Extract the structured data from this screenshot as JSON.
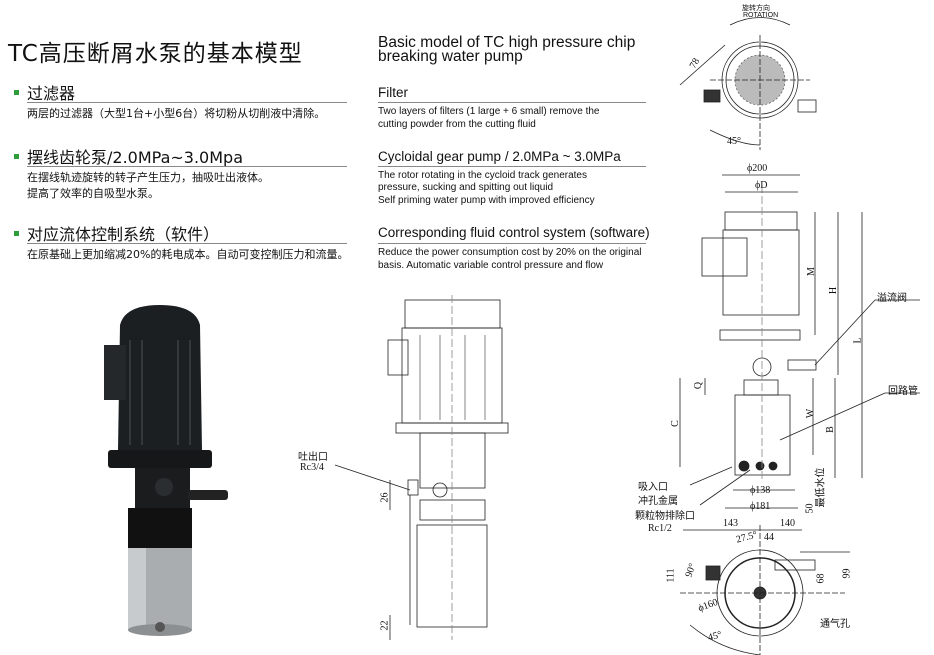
{
  "cn": {
    "title": "TC高压断屑水泵的基本模型",
    "sections": [
      {
        "heading": "过滤器",
        "lines": [
          "两层的过滤器（大型1台+小型6台）将切粉从切削液中清除。"
        ]
      },
      {
        "heading": "摆线齿轮泵/2.0MPa~3.0Mpa",
        "lines": [
          "在摆线轨迹旋转的转子产生压力，抽吸吐出液体。",
          "提高了效率的自吸型水泵。"
        ]
      },
      {
        "heading": "对应流体控制系统（软件）",
        "lines": [
          "在原基础上更加缩减20%的耗电成本。自动可变控制压力和流量。"
        ]
      }
    ]
  },
  "en": {
    "title_line1": "Basic model of TC high pressure chip",
    "title_line2": "breaking water pump",
    "sections": [
      {
        "heading": "Filter",
        "lines": [
          "Two layers of filters (1 large + 6 small) remove the",
          "cutting powder from the cutting fluid"
        ]
      },
      {
        "heading": "Cycloidal gear pump / 2.0MPa ~ 3.0MPa",
        "lines": [
          "The rotor rotating in the cycloid track generates",
          "pressure, sucking and spitting out liquid",
          "Self priming water pump with improved efficiency"
        ]
      },
      {
        "heading": "Corresponding fluid control system (software)",
        "lines": [
          "Reduce the power consumption cost by 20% on the original",
          "basis. Automatic variable control pressure and flow"
        ]
      }
    ]
  },
  "colors": {
    "bullet": "#2e9e3a",
    "motor": "#1c1f22",
    "steel": "#a9adb0"
  },
  "middle_drawing": {
    "outlet_label": "吐出口",
    "outlet_thread": "Rc3/4",
    "dim_26": "26",
    "dim_22": "22"
  },
  "top_view": {
    "rotation_cn": "旋转方向",
    "rotation_en": "ROTATION",
    "dim_78": "78",
    "angle_45": "45°"
  },
  "side_view": {
    "d200": "ϕ200",
    "dD": "ϕD",
    "M": "M",
    "H": "H",
    "L": "L",
    "Q": "Q",
    "C": "C",
    "W": "W",
    "B": "B",
    "relief_valve": "溢流阀",
    "return_pipe": "回路管",
    "suction": "吸入口",
    "punched_metal": "冲孔金属",
    "particle_outlet": "颗粒物排除口",
    "rc12": "Rc1/2",
    "d138": "ϕ138",
    "d181": "ϕ181",
    "dim_50": "50",
    "min_level": "最低水位"
  },
  "bottom_view": {
    "d143": "143",
    "d140": "140",
    "a275": "27.5°",
    "d44": "44",
    "d111": "111",
    "a90": "90°",
    "d68": "68",
    "d99": "99",
    "d160": "ϕ160",
    "a45": "45°",
    "vent": "通气孔"
  }
}
